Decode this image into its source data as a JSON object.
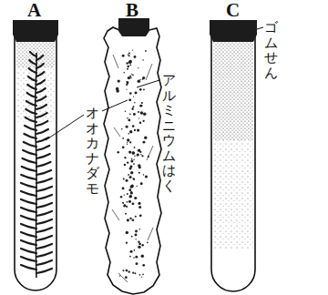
{
  "diagram": {
    "labels": [
      "A",
      "B",
      "C",
      "ゴムせん",
      "アルミニウムはく",
      "オオカナダモ"
    ]
  }
}
